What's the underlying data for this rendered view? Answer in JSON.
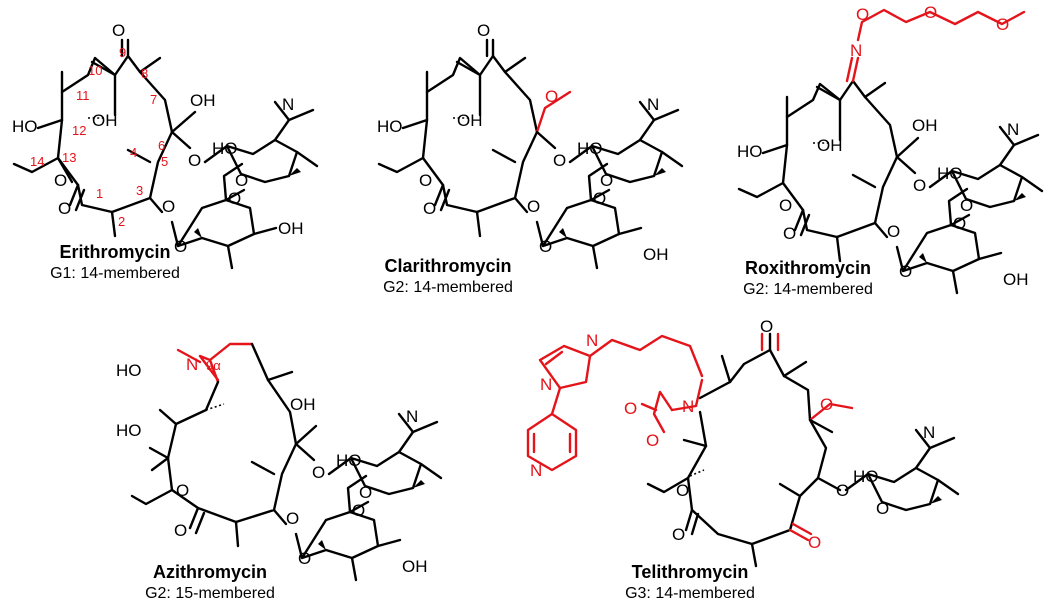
{
  "molecules": [
    {
      "name": "Erithromycin",
      "group": "G1: 14-membered"
    },
    {
      "name": "Clarithromycin",
      "group": "G2: 14-membered"
    },
    {
      "name": "Roxithromycin",
      "group": "G2: 14-membered"
    },
    {
      "name": "Azithromycin",
      "group": "G2: 15-membered"
    },
    {
      "name": "Telithromycin",
      "group": "G3: 14-membered"
    }
  ],
  "atoms": {
    "oxygen": "O",
    "nitrogen": "N",
    "hydroxyl": "OH",
    "hydroxyl_left": "HO"
  },
  "locants": [
    "9",
    "10",
    "8",
    "7",
    "11",
    "12",
    "6",
    "5",
    "4",
    "14",
    "13",
    "3",
    "1",
    "2",
    "9α"
  ],
  "colors": {
    "modification": "#e4141b",
    "bond": "#000000"
  }
}
